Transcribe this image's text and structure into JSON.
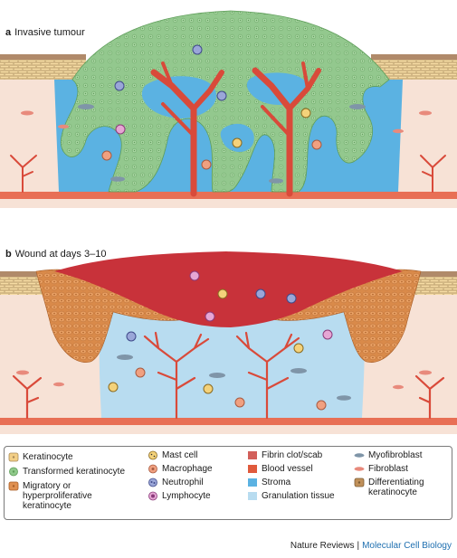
{
  "panel_a": {
    "letter": "a",
    "title": "Invasive tumour"
  },
  "panel_b": {
    "letter": "b",
    "title": "Wound at days 3–10"
  },
  "legend": {
    "col1": [
      {
        "label": "Keratinocyte",
        "icon": "keratinocyte-icon",
        "color": "#f3cf86"
      },
      {
        "label": "Transformed keratinocyte",
        "icon": "transformed-keratinocyte-icon",
        "color": "#8fc98a"
      },
      {
        "label": "Migratory or hyperproliferative keratinocyte",
        "icon": "migratory-keratinocyte-icon",
        "color": "#e09050"
      }
    ],
    "col2": [
      {
        "label": "Mast cell",
        "icon": "mast-cell-icon",
        "color": "#f4d27a"
      },
      {
        "label": "Macrophage",
        "icon": "macrophage-icon",
        "color": "#f0a080"
      },
      {
        "label": "Neutrophil",
        "icon": "neutrophil-icon",
        "color": "#9aa6d8"
      },
      {
        "label": "Lymphocyte",
        "icon": "lymphocyte-icon",
        "color": "#e6a6d4"
      }
    ],
    "col3": [
      {
        "label": "Fibrin clot/scab",
        "icon": "fibrin-clot-swatch",
        "color": "#d25f5a"
      },
      {
        "label": "Blood vessel",
        "icon": "blood-vessel-swatch",
        "color": "#e05a3c"
      },
      {
        "label": "Stroma",
        "icon": "stroma-swatch",
        "color": "#5bb2e2"
      },
      {
        "label": "Granulation tissue",
        "icon": "granulation-tissue-swatch",
        "color": "#b8dcf0"
      }
    ],
    "col4": [
      {
        "label": "Myofibroblast",
        "icon": "myofibroblast-icon",
        "color": "#7f95a8"
      },
      {
        "label": "Fibroblast",
        "icon": "fibroblast-icon",
        "color": "#e88a7c"
      },
      {
        "label": "Differentiating keratinocyte",
        "icon": "differentiating-keratinocyte-icon",
        "color": "#c0905a"
      }
    ]
  },
  "footer": {
    "publisher": "Nature Reviews",
    "separator": "|",
    "journal": "Molecular Cell Biology"
  },
  "colors": {
    "dermis": "#f7e2d6",
    "stroma": "#5bb2e2",
    "granulation": "#b8dcf0",
    "tumour": "#93c88e",
    "vessel": "#d94a3a",
    "scab": "#c8323a",
    "keratinocyte": "#f3cf86",
    "migratory": "#e09050",
    "epidermis_top": "#b08a6a",
    "basement": "#d9604c"
  }
}
